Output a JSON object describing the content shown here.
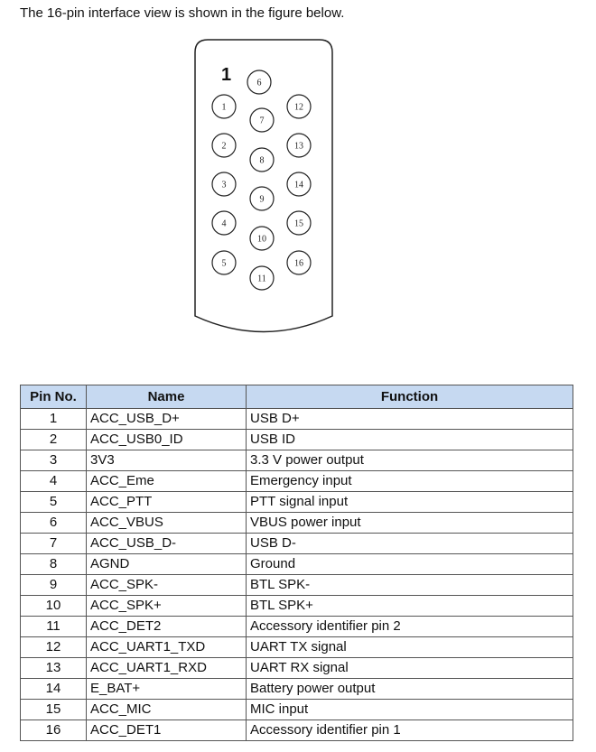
{
  "intro": "The 16-pin interface view is shown in the figure below.",
  "connector": {
    "corner_label": "1",
    "pins": [
      {
        "n": "1"
      },
      {
        "n": "2"
      },
      {
        "n": "3"
      },
      {
        "n": "4"
      },
      {
        "n": "5"
      },
      {
        "n": "6"
      },
      {
        "n": "7"
      },
      {
        "n": "8"
      },
      {
        "n": "9"
      },
      {
        "n": "10"
      },
      {
        "n": "11"
      },
      {
        "n": "12"
      },
      {
        "n": "13"
      },
      {
        "n": "14"
      },
      {
        "n": "15"
      },
      {
        "n": "16"
      }
    ]
  },
  "table": {
    "headers": [
      "Pin No.",
      "Name",
      "Function"
    ],
    "header_color": "#c6d9f1",
    "rows": [
      [
        "1",
        "ACC_USB_D+",
        "USB D+"
      ],
      [
        "2",
        "ACC_USB0_ID",
        "USB ID"
      ],
      [
        "3",
        "3V3",
        "3.3 V power output"
      ],
      [
        "4",
        "ACC_Eme",
        "Emergency input"
      ],
      [
        "5",
        "ACC_PTT",
        "PTT signal input"
      ],
      [
        "6",
        "ACC_VBUS",
        "VBUS power input"
      ],
      [
        "7",
        "ACC_USB_D-",
        "USB D-"
      ],
      [
        "8",
        "AGND",
        "Ground"
      ],
      [
        "9",
        "ACC_SPK-",
        "BTL SPK-"
      ],
      [
        "10",
        "ACC_SPK+",
        "BTL SPK+"
      ],
      [
        "11",
        "ACC_DET2",
        "Accessory identifier pin 2"
      ],
      [
        "12",
        "ACC_UART1_TXD",
        "UART TX signal"
      ],
      [
        "13",
        "ACC_UART1_RXD",
        "UART RX signal"
      ],
      [
        "14",
        "E_BAT+",
        "Battery power output"
      ],
      [
        "15",
        "ACC_MIC",
        "MIC input"
      ],
      [
        "16",
        "ACC_DET1",
        "Accessory identifier pin 1"
      ]
    ]
  }
}
